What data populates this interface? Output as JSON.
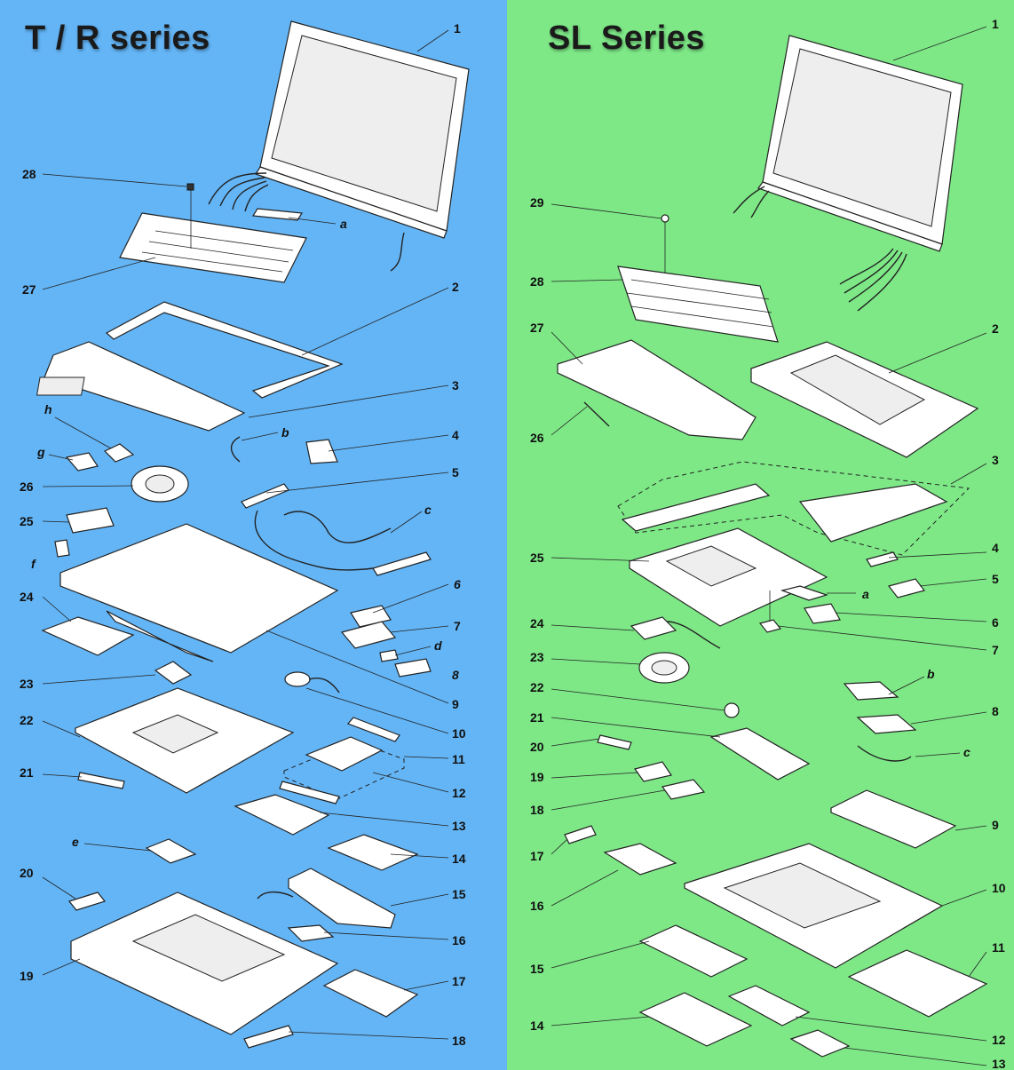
{
  "panels": {
    "left": {
      "title": "T / R series",
      "background": "#64b5f6"
    },
    "right": {
      "title": "SL Series",
      "background": "#7ee887"
    }
  },
  "left_labels": [
    "1",
    "28",
    "a",
    "27",
    "2",
    "3",
    "b",
    "h",
    "g",
    "4",
    "5",
    "26",
    "c",
    "25",
    "f",
    "6",
    "24",
    "7",
    "d",
    "8",
    "23",
    "9",
    "10",
    "22",
    "11",
    "21",
    "12",
    "13",
    "e",
    "14",
    "20",
    "15",
    "16",
    "19",
    "17",
    "18"
  ],
  "right_labels": [
    "1",
    "29",
    "28",
    "27",
    "2",
    "26",
    "3",
    "25",
    "4",
    "a",
    "5",
    "6",
    "7",
    "24",
    "23",
    "b",
    "22",
    "8",
    "21",
    "c",
    "20",
    "19",
    "18",
    "9",
    "17",
    "16",
    "10",
    "15",
    "11",
    "14",
    "12",
    "13"
  ]
}
